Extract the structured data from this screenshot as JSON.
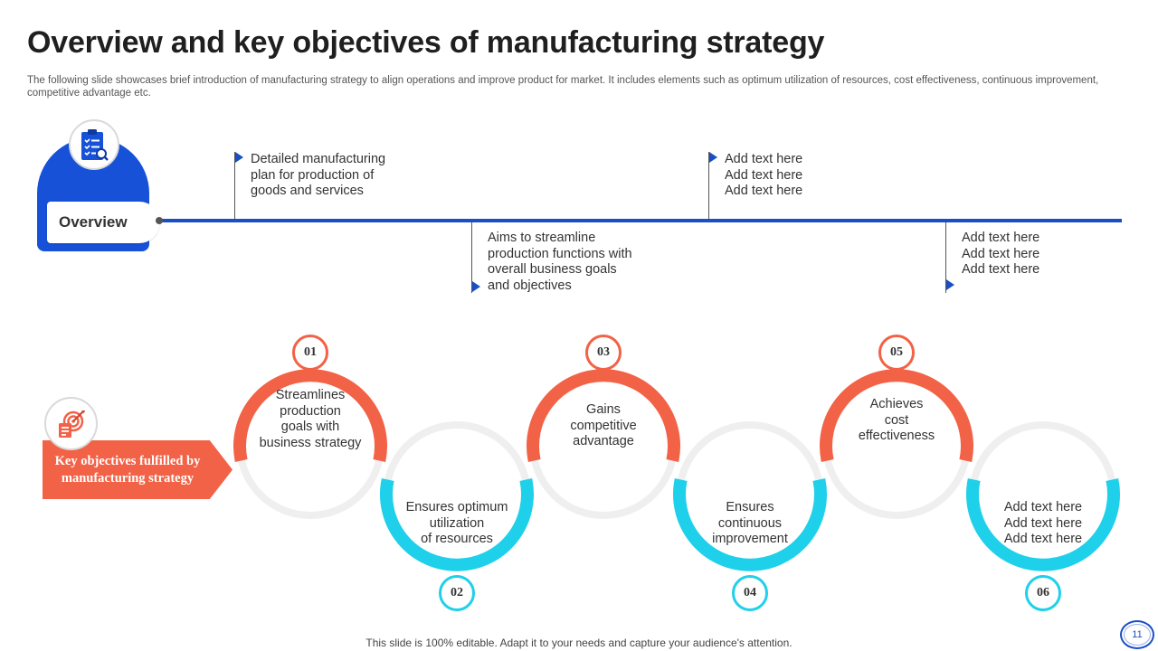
{
  "slide": {
    "title": "Overview and key objectives of manufacturing strategy",
    "subtitle": "The following slide showcases brief introduction of manufacturing strategy to align operations and improve product for market. It includes elements such as optimum utilization of resources, cost effectiveness, continuous improvement, competitive advantage etc.",
    "footer": "This slide is 100% editable. Adapt it to your needs and capture your audience's attention.",
    "page_number": "11"
  },
  "overview": {
    "label": "Overview",
    "icon": "clipboard-checklist-icon",
    "timeline": [
      {
        "lines": [
          "Detailed manufacturing",
          "plan for production of",
          "goods and services"
        ]
      },
      {
        "lines": [
          "Aims to streamline",
          "production functions with",
          "overall business goals",
          "and objectives"
        ]
      },
      {
        "lines": [
          "Add text here",
          "Add text here",
          "Add text here"
        ]
      },
      {
        "lines": [
          "Add text here",
          "Add text here",
          "Add text here"
        ]
      }
    ]
  },
  "objectives": {
    "banner_lines": [
      "Key objectives fulfilled by",
      "manufacturing strategy"
    ],
    "icon": "target-checklist-icon",
    "items": [
      {
        "number": "01",
        "lines": [
          "Streamlines",
          "production",
          "goals with",
          "business strategy"
        ]
      },
      {
        "number": "02",
        "lines": [
          "Ensures optimum",
          "utilization",
          "of resources"
        ]
      },
      {
        "number": "03",
        "lines": [
          "Gains",
          "competitive",
          "advantage"
        ]
      },
      {
        "number": "04",
        "lines": [
          "Ensures",
          "continuous",
          "improvement"
        ]
      },
      {
        "number": "05",
        "lines": [
          "Achieves",
          "cost",
          "effectiveness"
        ]
      },
      {
        "number": "06",
        "lines": [
          "Add text here",
          "Add text here",
          "Add text here"
        ]
      }
    ]
  },
  "colors": {
    "primary_blue": "#1651d8",
    "coral": "#f26247",
    "cyan": "#1fd0ea",
    "track_gray": "#efefef"
  }
}
